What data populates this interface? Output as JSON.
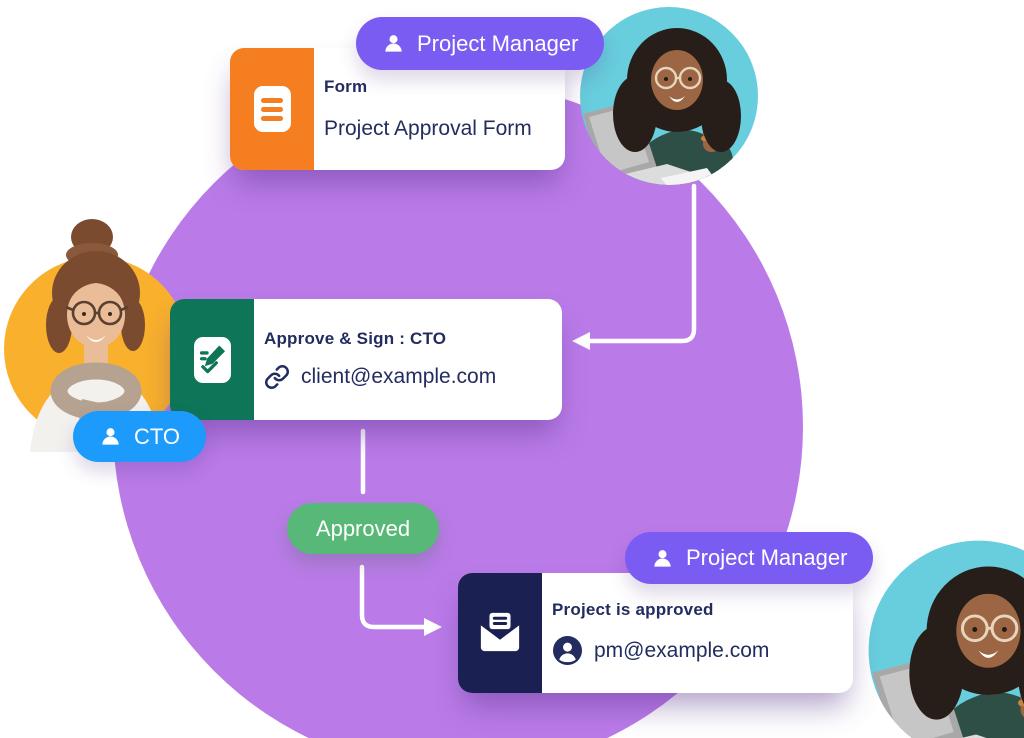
{
  "palette": {
    "page_bg": "#ffffff",
    "big_circle": "#ba7be8",
    "pill_purple": "#7b5cf2",
    "pill_blue": "#1d9bfd",
    "badge_green": "#57b877",
    "panel_orange": "#f57e20",
    "panel_teal": "#0f7558",
    "panel_navy": "#1a2152",
    "text_navy": "#232c5f",
    "photo_cyan": "#68cddd",
    "photo_yellow": "#f9b02c",
    "card_white": "#ffffff",
    "arrow_white": "#ffffff"
  },
  "pills": {
    "top": {
      "label": "Project Manager"
    },
    "cto": {
      "label": "CTO"
    },
    "approved": {
      "label": "Approved"
    },
    "bottom": {
      "label": "Project Manager"
    }
  },
  "cards": {
    "form": {
      "title": "Form",
      "subtitle": "Project Approval Form"
    },
    "approve": {
      "title": "Approve & Sign : CTO",
      "link": "client@example.com"
    },
    "done": {
      "title": "Project is approved",
      "email": "pm@example.com"
    }
  }
}
